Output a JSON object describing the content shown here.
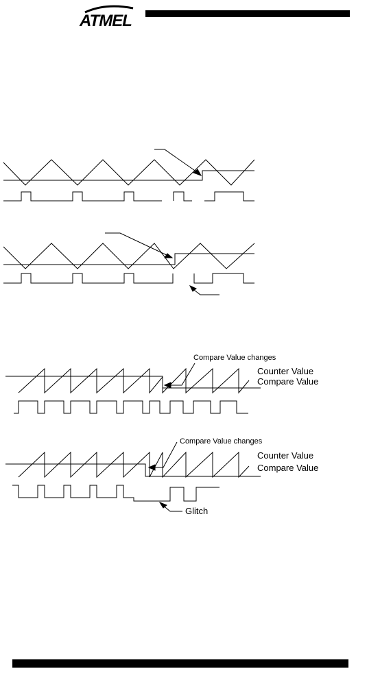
{
  "header": {
    "logo_text": "ATMEL",
    "brand_color": "#000000"
  },
  "figures": {
    "fast_pwm_1": {
      "annotation": "Compare Value changes",
      "counter_label": "Counter Value",
      "compare_label": "Compare Value"
    },
    "fast_pwm_2": {
      "annotation": "Compare Value changes",
      "counter_label": "Counter Value",
      "compare_label": "Compare Value",
      "glitch_label": "Glitch"
    }
  }
}
